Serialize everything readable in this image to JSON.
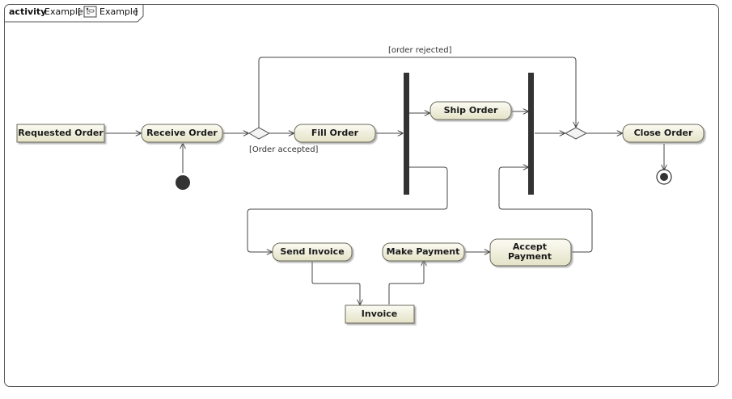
{
  "frame": {
    "keyword": "activity",
    "name": "Example",
    "bracket_open": "[",
    "ref_name": "Example",
    "bracket_close": "]",
    "ref_icon": "activity-diagram-icon"
  },
  "nodes": {
    "requested_order": "Requested Order",
    "receive_order": "Receive Order",
    "fill_order": "Fill Order",
    "ship_order": "Ship Order",
    "close_order": "Close Order",
    "send_invoice": "Send Invoice",
    "make_payment": "Make Payment",
    "accept_payment_line1": "Accept",
    "accept_payment_line2": "Payment",
    "invoice": "Invoice"
  },
  "guards": {
    "order_rejected": "[order rejected]",
    "order_accepted": "[Order accepted]"
  },
  "colors": {
    "action_fill_top": "#fbfbf3",
    "action_fill_bottom": "#e4e2c6",
    "stroke": "#6b6b5c",
    "bar": "#333333"
  }
}
